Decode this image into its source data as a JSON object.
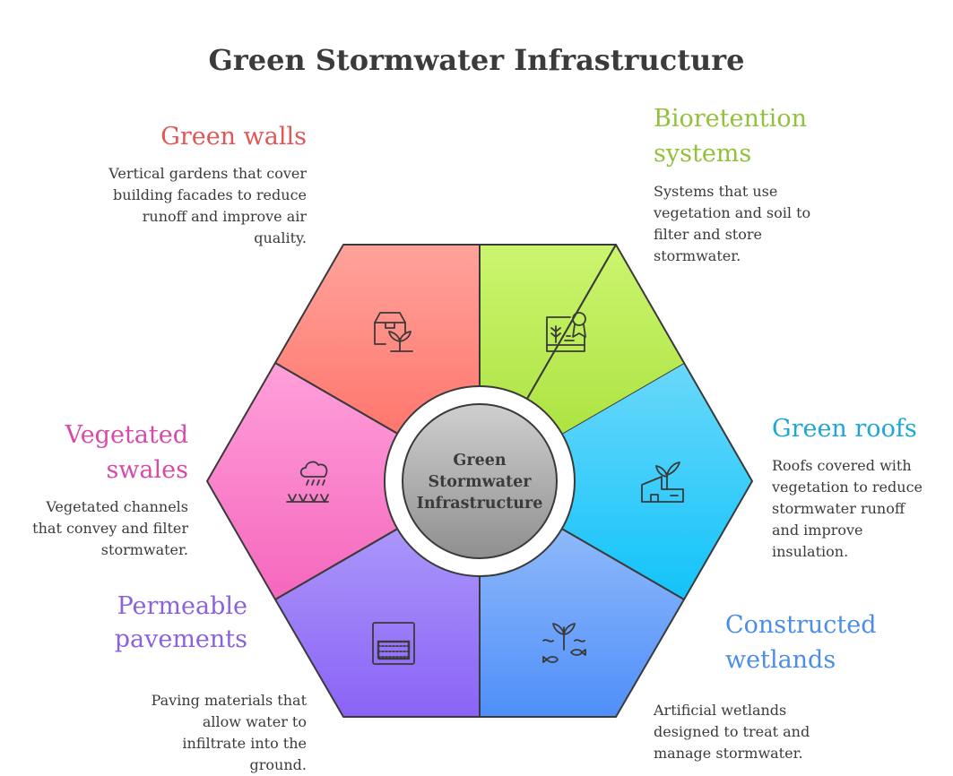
{
  "title": "Green Stormwater Infrastructure",
  "center_label": "Green Stormwater Infrastructure",
  "segments": [
    {
      "heading": "Green walls",
      "description": "Vertical gardens that cover building facades to reduce runoff and improve air quality.",
      "color": "#e05757",
      "icon": "box-plant-icon"
    },
    {
      "heading": "Bioretention systems",
      "description": "Systems that use vegetation and soil to filter and store stormwater.",
      "color": "#92c13b",
      "icon": "certificate-plant-icon"
    },
    {
      "heading": "Green roofs",
      "description": "Roofs covered with vegetation to reduce stormwater runoff and improve insulation.",
      "color": "#1ba8d8",
      "icon": "roof-plant-icon"
    },
    {
      "heading": "Constructed wetlands",
      "description": "Artificial wetlands designed to treat and manage stormwater.",
      "color": "#4b8ee8",
      "icon": "wetland-fish-icon"
    },
    {
      "heading": "Permeable pavements",
      "description": "Paving materials that allow water to infiltrate into the ground.",
      "color": "#8a62e0",
      "icon": "permeable-pavement-icon"
    },
    {
      "heading": "Vegetated swales",
      "description": "Vegetated channels that convey and filter stormwater.",
      "color": "#d94aa8",
      "icon": "rain-cloud-grass-icon"
    }
  ]
}
